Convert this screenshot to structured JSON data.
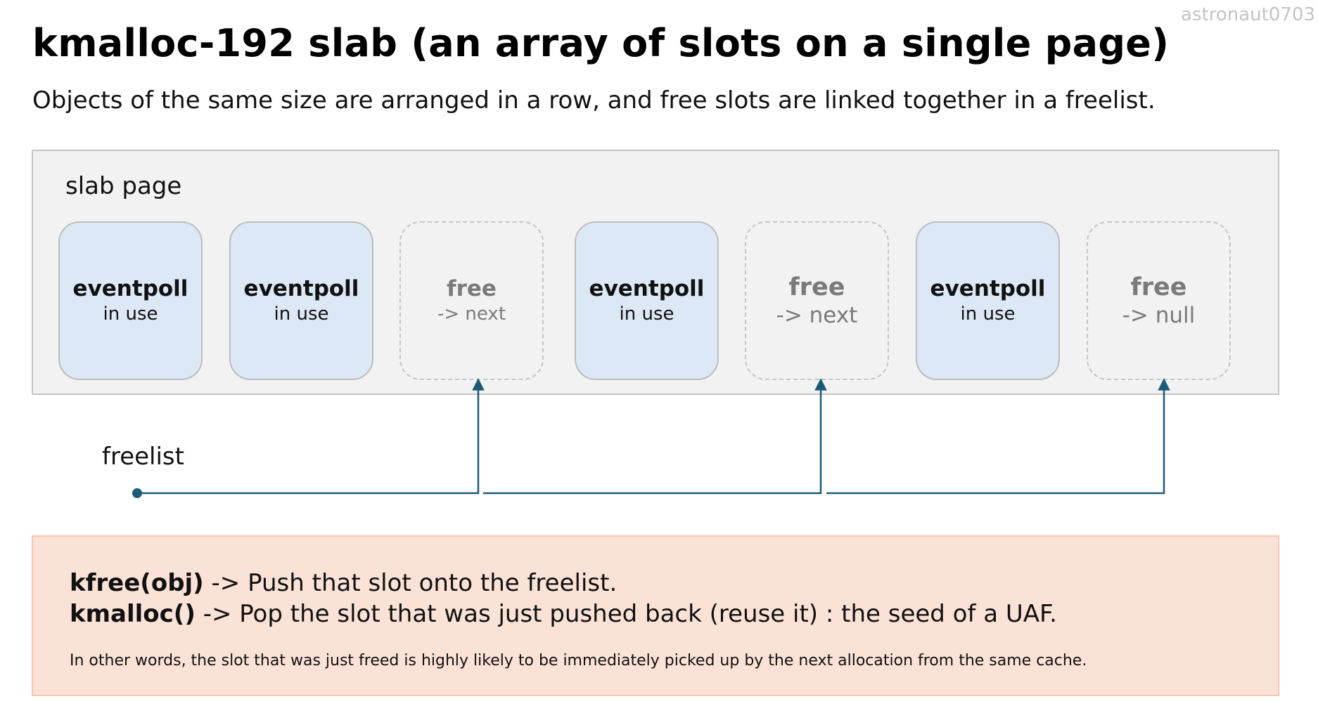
{
  "watermark": "astronaut0703",
  "title": "kmalloc-192 slab (an array of slots on a single page)",
  "subtitle": "Objects of the same size are arranged in a row, and free slots are linked together in a freelist.",
  "slab": {
    "label": "slab page",
    "slots": [
      {
        "name": "eventpoll",
        "state": "in use",
        "kind": "used"
      },
      {
        "name": "eventpoll",
        "state": "in use",
        "kind": "used"
      },
      {
        "name": "free",
        "state": "-> next",
        "kind": "free"
      },
      {
        "name": "eventpoll",
        "state": "in use",
        "kind": "used"
      },
      {
        "name": "free",
        "state": "-> next",
        "kind": "free"
      },
      {
        "name": "eventpoll",
        "state": "in use",
        "kind": "used"
      },
      {
        "name": "free",
        "state": "-> null",
        "kind": "free"
      }
    ]
  },
  "freelist": {
    "label": "freelist",
    "line_color": "#1b5b78"
  },
  "note": {
    "line1_fn": "kfree(obj)",
    "line1_text": " -> Push that slot onto the freelist.",
    "line2_fn": "kmalloc()",
    "line2_text": " -> Pop the slot that was just pushed back (reuse it) : the seed of a UAF.",
    "footnote": "In other words, the slot that was just freed is highly likely to be immediately picked up by the next allocation from the same cache."
  },
  "colors": {
    "used_slot_fill": "#dce8f5",
    "free_slot_border": "#c4c4c4",
    "page_fill": "#f2f2f2",
    "note_fill": "#fbe2d7"
  }
}
